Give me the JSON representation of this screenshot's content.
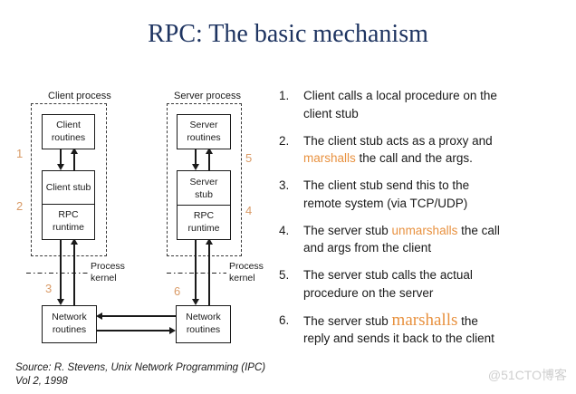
{
  "title": "RPC: The basic mechanism",
  "diagram": {
    "client": {
      "process_label": "Client process",
      "routines": "Client\nroutines",
      "stub": "Client stub",
      "runtime": "RPC\nruntime"
    },
    "server": {
      "process_label": "Server process",
      "routines": "Server\nroutines",
      "stub": "Server\nstub",
      "runtime": "RPC\nruntime"
    },
    "kernel_left": "Process\nkernel",
    "kernel_right": "Process\nkernel",
    "network_left": "Network\nroutines",
    "network_right": "Network\nroutines",
    "markers": {
      "m1": "1",
      "m2": "2",
      "m3": "3",
      "m4": "4",
      "m5": "5",
      "m6": "6"
    }
  },
  "steps": [
    {
      "num": "1.",
      "pre": "Client calls a local procedure on the\nclient stub",
      "hl": "",
      "post": ""
    },
    {
      "num": "2.",
      "pre": "The client stub acts as a proxy and\n",
      "hl": "marshalls",
      "post": " the call and the args."
    },
    {
      "num": "3.",
      "pre": "The client stub send this to the\nremote system (via TCP/UDP)",
      "hl": "",
      "post": ""
    },
    {
      "num": "4.",
      "pre": "The server stub ",
      "hl": "unmarshalls",
      "post": " the call\nand args from the client"
    },
    {
      "num": "5.",
      "pre": "The server stub calls the actual\nprocedure on the server",
      "hl": "",
      "post": ""
    },
    {
      "num": "6.",
      "pre": "The server stub ",
      "hl": "marshalls",
      "post": " the\nreply and sends it back to the client"
    }
  ],
  "source": {
    "line1": "Source: R. Stevens, Unix Network Programming (IPC)",
    "line2": "Vol 2,  1998"
  },
  "watermark": "@51CTO博客",
  "colors": {
    "title_navy": "#1e3461",
    "accent_orange": "#e8913f",
    "marker_orange": "#d99a66",
    "watermark_gray": "#cfcfcf"
  }
}
